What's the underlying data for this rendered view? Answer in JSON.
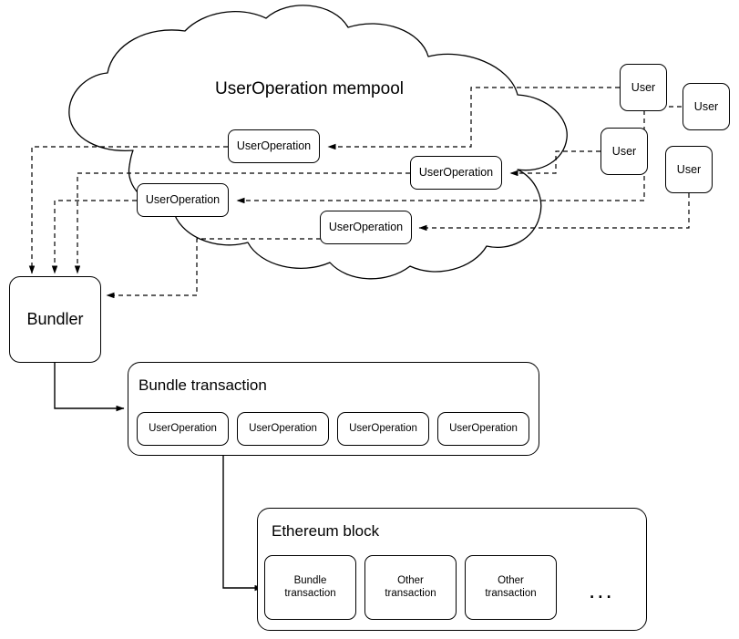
{
  "diagram": {
    "title": "UserOperation mempool",
    "stroke_color": "#000000",
    "fill_color": "#ffffff",
    "cloud": {
      "label": "UserOperation mempool",
      "userops": [
        {
          "label": "UserOperation"
        },
        {
          "label": "UserOperation"
        },
        {
          "label": "UserOperation"
        },
        {
          "label": "UserOperation"
        }
      ]
    },
    "users": [
      {
        "label": "User"
      },
      {
        "label": "User"
      },
      {
        "label": "User"
      },
      {
        "label": "User"
      }
    ],
    "bundler": {
      "label": "Bundler"
    },
    "bundle_transaction": {
      "title": "Bundle transaction",
      "items": [
        {
          "label": "UserOperation"
        },
        {
          "label": "UserOperation"
        },
        {
          "label": "UserOperation"
        },
        {
          "label": "UserOperation"
        }
      ]
    },
    "ethereum_block": {
      "title": "Ethereum block",
      "items": [
        {
          "label": "Bundle\ntransaction",
          "line1": "Bundle",
          "line2": "transaction"
        },
        {
          "label": "Other\ntransaction",
          "line1": "Other",
          "line2": "transaction"
        },
        {
          "label": "Other\ntransaction",
          "line1": "Other",
          "line2": "transaction"
        }
      ],
      "overflow": "..."
    }
  }
}
